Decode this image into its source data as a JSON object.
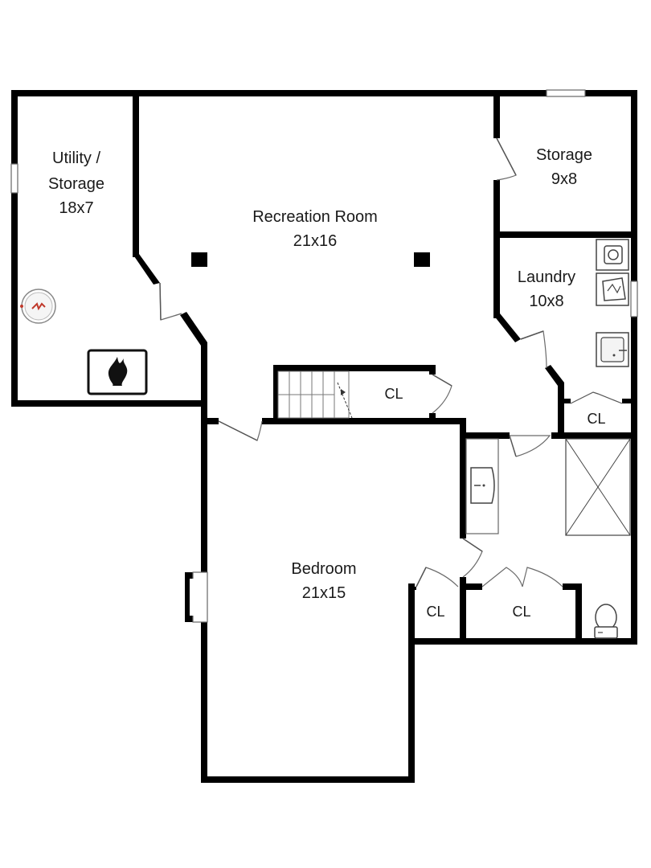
{
  "rooms": {
    "utility": {
      "name_line1": "Utility /",
      "name_line2": "Storage",
      "size": "18x7"
    },
    "recreation": {
      "name": "Recreation Room",
      "size": "21x16"
    },
    "storage": {
      "name": "Storage",
      "size": "9x8"
    },
    "laundry": {
      "name": "Laundry",
      "size": "10x8"
    },
    "bedroom": {
      "name": "Bedroom",
      "size": "21x15"
    }
  },
  "closets": {
    "stair_closet": "CL",
    "laundry_closet": "CL",
    "bedroom_closet": "CL",
    "bath_closet": "CL"
  },
  "icons": {
    "fireplace": "fireplace-icon",
    "water_heater": "water-heater-icon",
    "washer": "washer-icon",
    "dryer": "dryer-icon",
    "utility_sink": "utility-sink-icon",
    "bathroom_sink": "bathroom-sink-icon",
    "toilet": "toilet-icon",
    "shower": "shower-icon",
    "stairs": "stairs-icon"
  },
  "colors": {
    "wall": "#000000",
    "background": "#ffffff",
    "flame_accent": "#c0392b"
  }
}
